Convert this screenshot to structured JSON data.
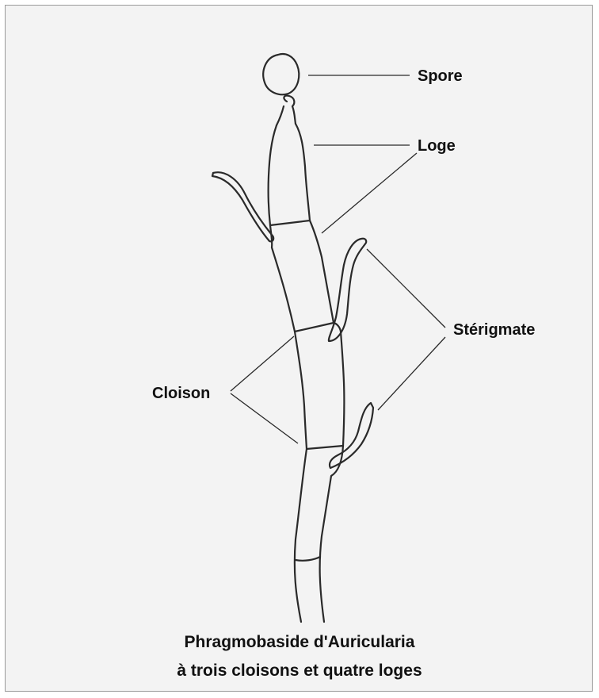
{
  "labels": {
    "spore": "Spore",
    "loge": "Loge",
    "sterigmate": "Stérigmate",
    "cloison": "Cloison"
  },
  "caption": {
    "line1": "Phragmobaside d'Auricularia",
    "line2": "à trois cloisons et quatre loges"
  }
}
